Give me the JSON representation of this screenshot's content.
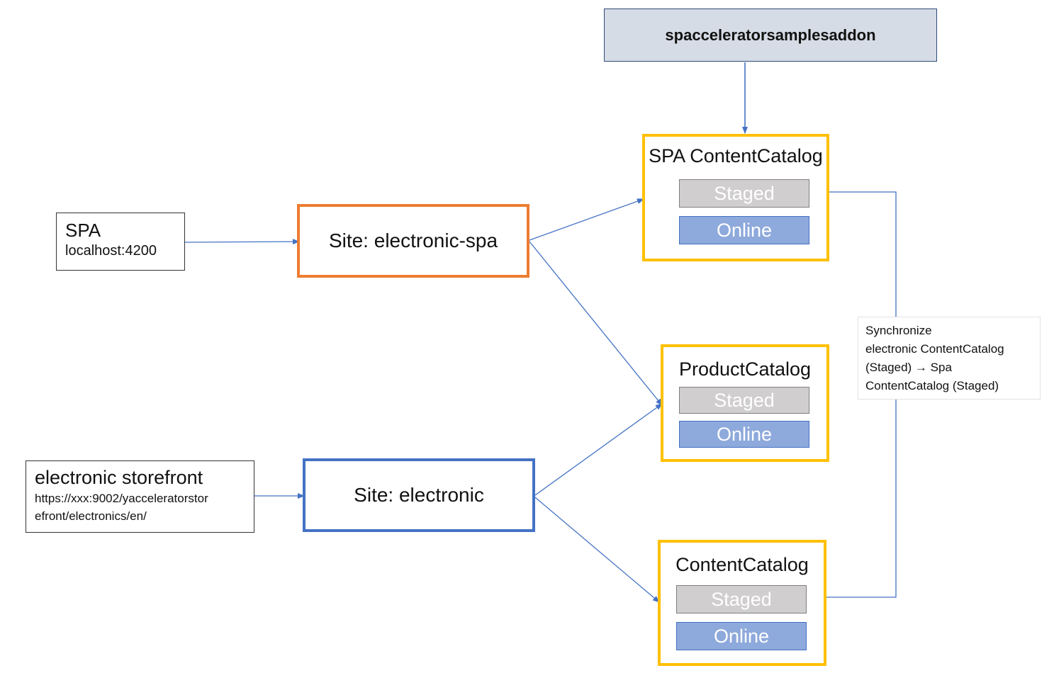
{
  "nodes": {
    "addon": {
      "label": "spacceleratorsamplesaddon"
    },
    "spa_client": {
      "title": "SPA",
      "url": "localhost:4200"
    },
    "storefront_client": {
      "title": "electronic storefront",
      "url_line1": "https://xxx:9002/yacceleratorstor",
      "url_line2": "efront/electronics/en/"
    },
    "site_spa": {
      "label": "Site: electronic-spa"
    },
    "site_electronic": {
      "label": "Site: electronic"
    },
    "spa_content_catalog": {
      "title": "SPA ContentCatalog",
      "staged": "Staged",
      "online": "Online"
    },
    "product_catalog": {
      "title": "ProductCatalog",
      "staged": "Staged",
      "online": "Online"
    },
    "content_catalog": {
      "title": "ContentCatalog",
      "staged": "Staged",
      "online": "Online"
    }
  },
  "sync_note": {
    "line1": "Synchronize",
    "line2": "electronic ContentCatalog",
    "line3": "(Staged) → Spa",
    "line4": "ContentCatalog (Staged)"
  },
  "colors": {
    "connector": "#4472C4",
    "site_spa_border": "#ED7D31",
    "site_electronic_border": "#4472C4",
    "catalog_border": "#FFC000",
    "addon_fill": "#D6DCE5",
    "staged_fill": "#D0CECE",
    "online_fill": "#8EA9DB"
  }
}
